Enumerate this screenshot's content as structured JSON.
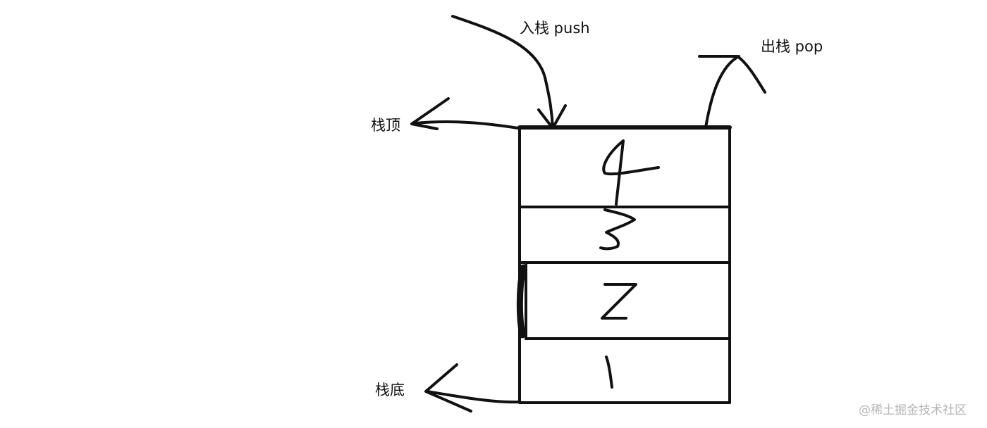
{
  "labels": {
    "push": "入栈 push",
    "pop": "出栈 pop",
    "top": "栈顶",
    "bottom": "栈底"
  },
  "stack_items": [
    "4",
    "3",
    "2",
    "1"
  ],
  "watermark": "@稀土掘金技术社区",
  "colors": {
    "ink": "#111111",
    "watermark": "#b5b5b5"
  }
}
